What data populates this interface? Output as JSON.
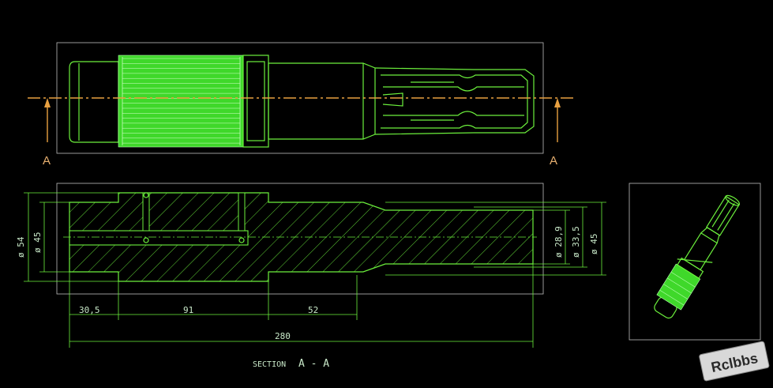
{
  "view_top": {
    "section_marker_left": "A",
    "section_marker_right": "A"
  },
  "view_section": {
    "dimensions_left": [
      "ø 54",
      "ø 45"
    ],
    "dimensions_right": [
      "ø 28,9",
      "ø 33,5",
      "ø 45"
    ],
    "dimensions_bottom": [
      "30,5",
      "91",
      "52"
    ],
    "overall_length": "280",
    "caption_word": "SECTION",
    "caption_letters": "A - A"
  },
  "watermark": "Rclbbs",
  "colors": {
    "background": "#000000",
    "geometry": "#6cf03c",
    "spline_fill": "#3fd82a",
    "centerline": "#e8a040",
    "frame": "#bdbdbd"
  }
}
